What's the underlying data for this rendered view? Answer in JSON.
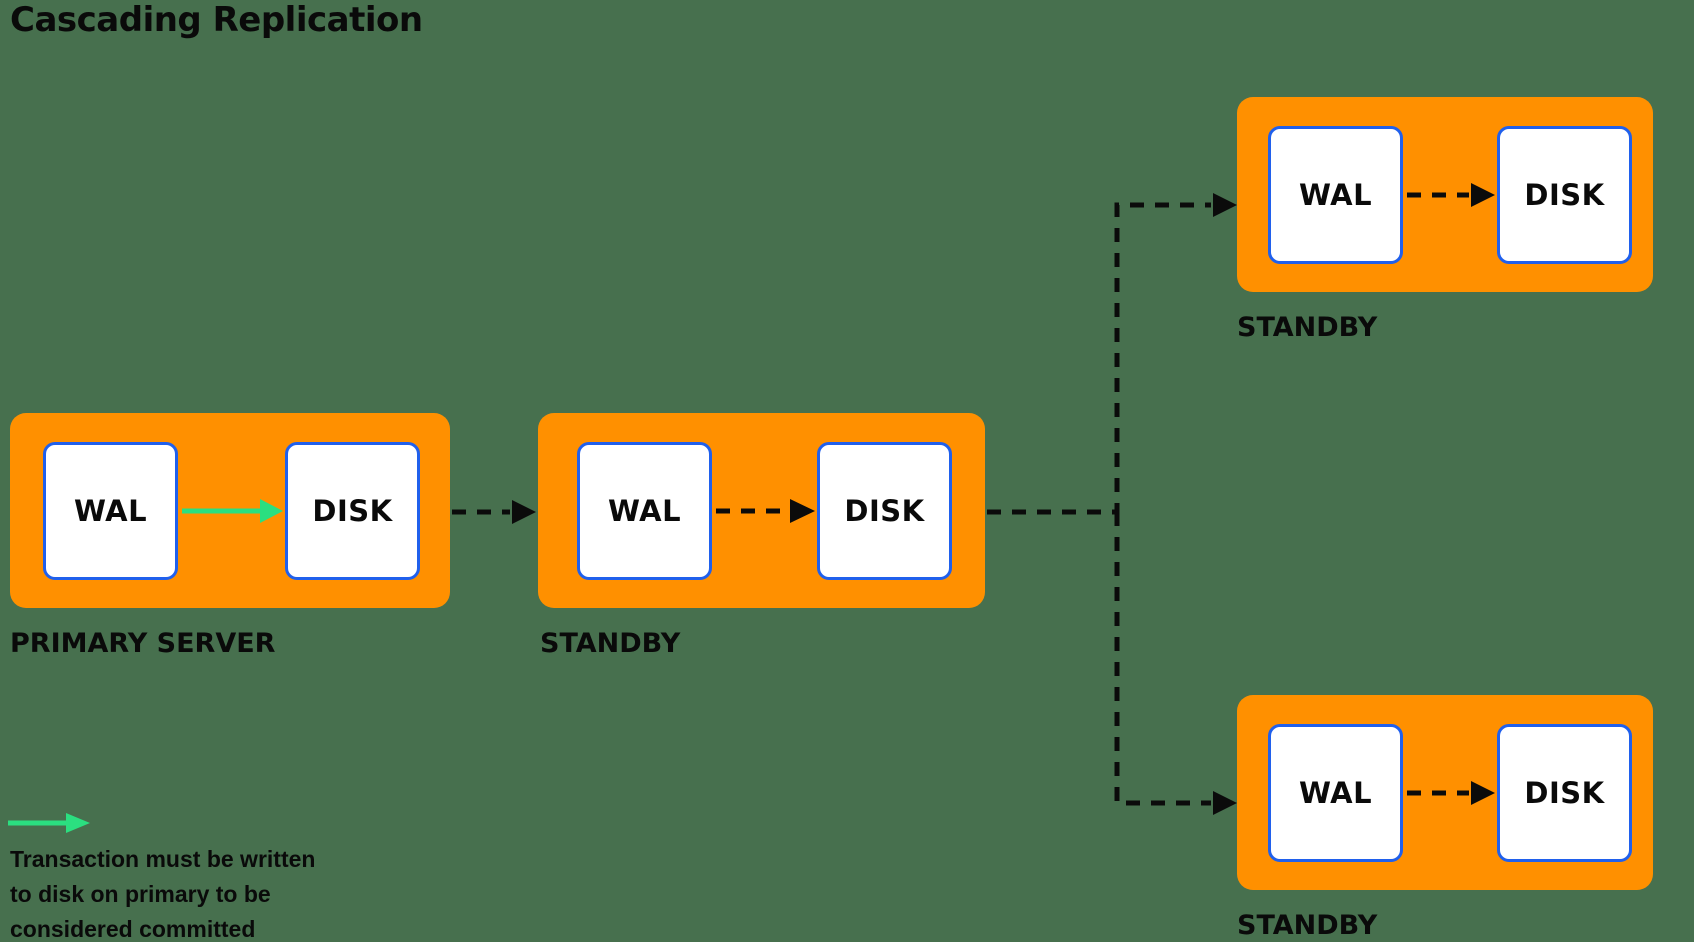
{
  "title": "Cascading Replication",
  "colors": {
    "background": "#47704E",
    "server_fill": "#FF9000",
    "node_fill": "#FFFFFF",
    "node_border": "#2060EC",
    "connector_black": "#0B0B0B",
    "commit_arrow_green": "#2BDF80",
    "text": "#0A0A0A"
  },
  "servers": [
    {
      "label": "PRIMARY SERVER",
      "nodes": [
        {
          "label": "WAL"
        },
        {
          "label": "DISK"
        }
      ]
    },
    {
      "label": "STANDBY",
      "nodes": [
        {
          "label": "WAL"
        },
        {
          "label": "DISK"
        }
      ]
    },
    {
      "label": "STANDBY",
      "nodes": [
        {
          "label": "WAL"
        },
        {
          "label": "DISK"
        }
      ]
    },
    {
      "label": "STANDBY",
      "nodes": [
        {
          "label": "WAL"
        },
        {
          "label": "DISK"
        }
      ]
    }
  ],
  "legend": {
    "lines": [
      "Transaction must be written",
      "to disk on primary to be",
      "considered committed"
    ]
  }
}
